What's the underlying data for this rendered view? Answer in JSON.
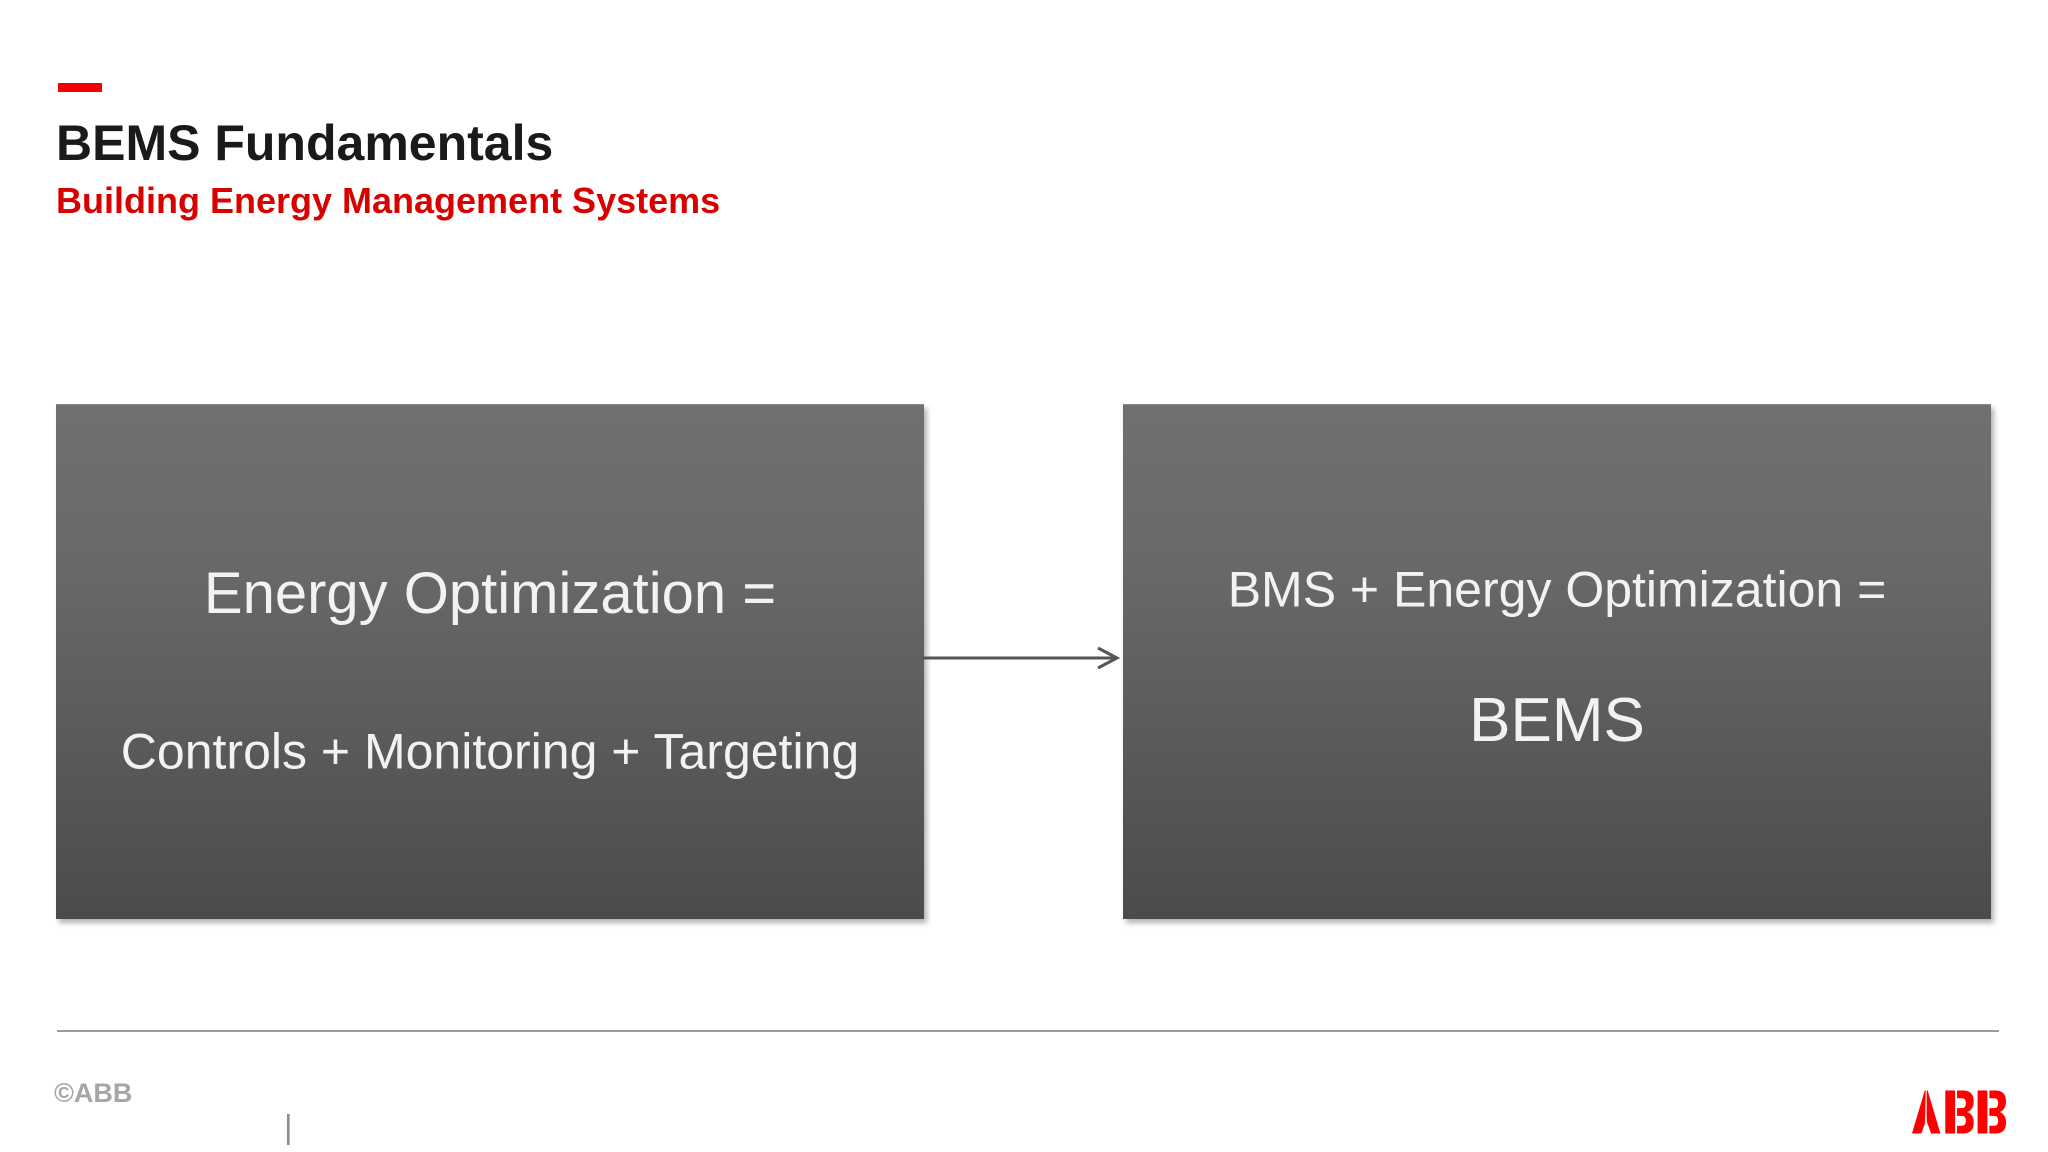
{
  "slide": {
    "title": "BEMS Fundamentals",
    "subtitle": "Building Energy Management Systems"
  },
  "diagram": {
    "left_box": {
      "line1": "Energy Optimization =",
      "line2": "Controls + Monitoring + Targeting"
    },
    "arrow_icon": "arrow-right",
    "right_box": {
      "line1": "BMS + Energy Optimization =",
      "line2": "BEMS"
    }
  },
  "footer": {
    "copyright": "©ABB",
    "separator": "|",
    "logo": "ABB"
  },
  "colors": {
    "accent_red": "#f00000",
    "subtitle_red": "#d90000",
    "logo_red": "#ff0000",
    "box_gradient_top": "#6e6e6e",
    "box_gradient_bottom": "#4b4b4b",
    "box_text": "#f2f2f2",
    "arrow_gray": "#555555",
    "divider_gray": "#9b9b9b",
    "footer_text_gray": "#a6a6a6"
  }
}
